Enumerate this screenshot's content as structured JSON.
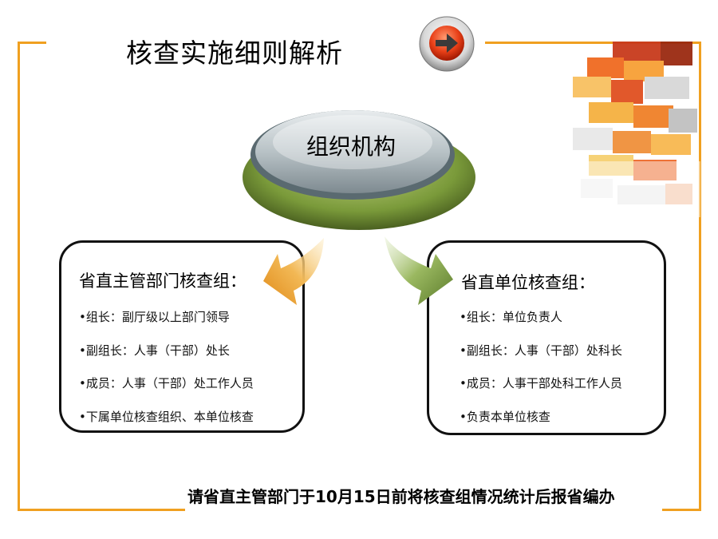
{
  "title": "核查实施细则解析",
  "center_label": "组织机构",
  "left_panel": {
    "title": "省直主管部门核查组：",
    "items": [
      "•组长：副厅级以上部门领导",
      "•副组长：人事（干部）处长",
      "•成员：人事（干部）处工作人员",
      "•下属单位核查组织、本单位核查"
    ]
  },
  "right_panel": {
    "title": "省直单位核查组：",
    "items": [
      "•组长：单位负责人",
      "•副组长：人事（干部）处科长",
      "•成员：人事干部处科工作人员",
      "•负责本单位核查"
    ]
  },
  "footer_note": "请省直主管部门于10月15日前将核查组情况统计后报省编办",
  "icons": {
    "nav": "arrow-right-icon",
    "decor": "cube-stack-decoration"
  },
  "colors": {
    "frame": "#f0a020",
    "orange_arrow": "#e8a030",
    "green_arrow": "#6a8a3a",
    "nav_red": "#e03010"
  }
}
